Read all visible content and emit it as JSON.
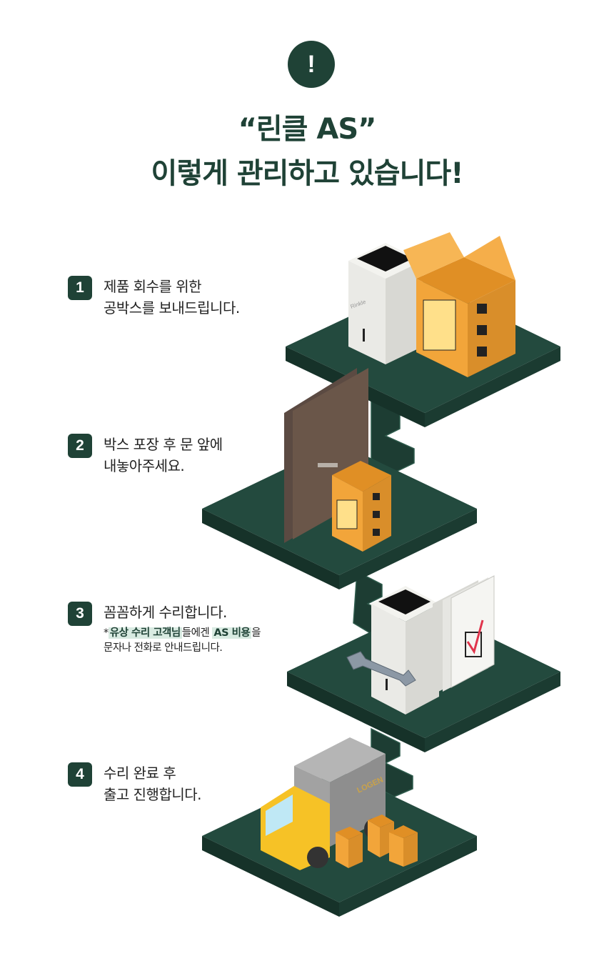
{
  "header": {
    "badge_symbol": "!",
    "title_line1": "“린클 AS”",
    "title_line2": "이렇게 관리하고 있습니다!"
  },
  "steps": [
    {
      "number": "1",
      "line1": "제품 회수를 위한",
      "line2": "공박스를 보내드립니다."
    },
    {
      "number": "2",
      "line1": "박스 포장 후 문 앞에",
      "line2": "내놓아주세요."
    },
    {
      "number": "3",
      "line1": "꼼꼼하게 수리합니다.",
      "note": {
        "prefix": "*",
        "hl1": "유상 수리 고객님",
        "mid": "들에겐 ",
        "hl2": "AS 비용",
        "suffix": "을",
        "line2": "문자나 전화로 안내드립니다."
      }
    },
    {
      "number": "4",
      "line1": "수리 완료 후",
      "line2": "출고 진행합니다."
    }
  ],
  "illustration": {
    "product_brand": "Rinkle",
    "truck_logo": "LOGEN",
    "colors": {
      "platform": "#234a3e",
      "box": "#f2a53a",
      "product": "#eeeeea",
      "truck": "#f6c226",
      "door": "#5b4a42",
      "accent_dark": "#1f4236"
    }
  }
}
